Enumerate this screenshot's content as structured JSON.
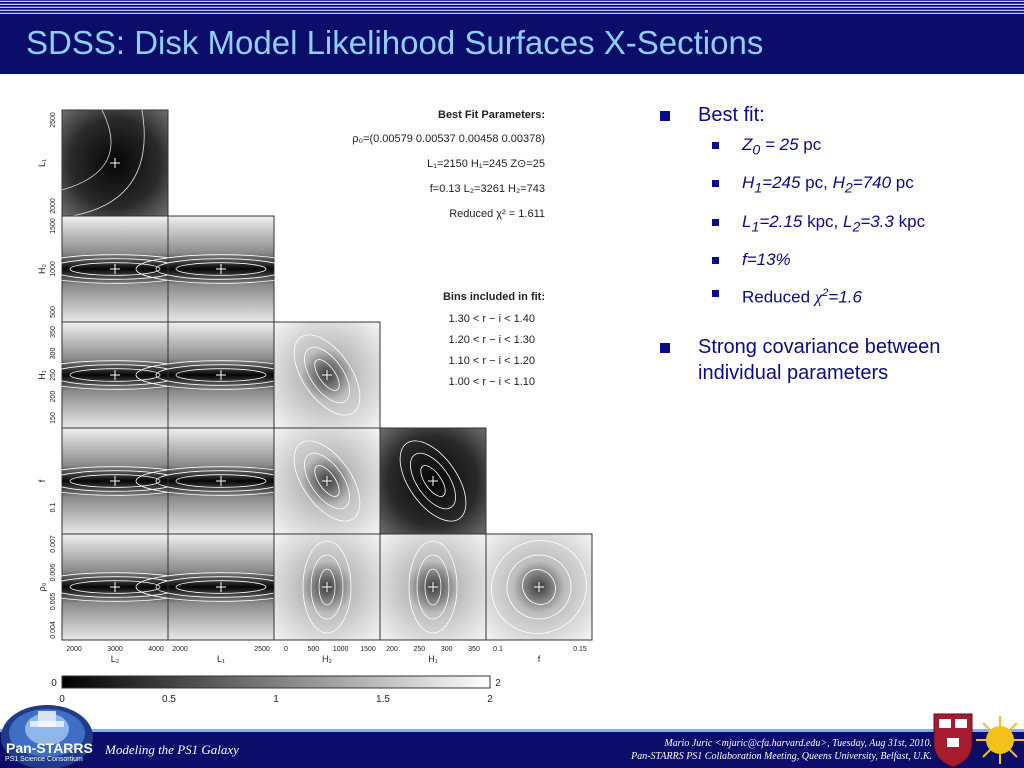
{
  "header": {
    "title": "SDSS: Disk Model Likelihood Surfaces X-Sections"
  },
  "figure": {
    "best_fit_heading": "Best Fit Parameters:",
    "best_fit_lines": [
      "ρ₀=(0.00579 0.00537 0.00458 0.00378)",
      "L₁=2150 H₁=245 Z⊙=25",
      "f=0.13 L₂=3261 H₂=743",
      "Reduced χ² = 1.611"
    ],
    "bins_heading": "Bins included in fit:",
    "bins": [
      "1.30 < r − i < 1.40",
      "1.20 < r − i < 1.30",
      "1.10 < r − i < 1.20",
      "1.00 < r − i < 1.10"
    ],
    "row_labels": [
      "L₁",
      "H₂",
      "H₁",
      "f",
      "ρ₀"
    ],
    "col_labels": [
      "L₂",
      "L₁",
      "H₂",
      "H₁",
      "f"
    ],
    "ticks": {
      "L1_y": [
        "2500",
        "2000"
      ],
      "H2_y": [
        "1500",
        "1000",
        "500"
      ],
      "H1_y": [
        "350",
        "300",
        "250",
        "200",
        "150"
      ],
      "f_y": [
        "0.1"
      ],
      "rho_y": [
        "0.007",
        "0.006",
        "0.005",
        "0.004"
      ],
      "L2_x": [
        "2000",
        "3000",
        "4000"
      ],
      "L1_x": [
        "2000",
        "2500"
      ],
      "H2_x": [
        "0",
        "500",
        "1000",
        "1500"
      ],
      "H1_x": [
        "200",
        "250",
        "300",
        "350"
      ],
      "f_x": [
        "0.1",
        "0.15"
      ]
    },
    "colorbar": {
      "ticks": [
        "0",
        "0.5",
        "1",
        "1.5",
        "2"
      ],
      "end_label": "2",
      "start_label": "0"
    }
  },
  "bullets": {
    "best_fit": "Best fit:",
    "items": [
      {
        "a": "Z",
        "a_sub": "0",
        "b": " = 25",
        "c": " pc"
      },
      {
        "a": "H",
        "a_sub": "1",
        "b": "=245",
        "c": " pc, ",
        "d": "H",
        "d_sub": "2",
        "e": "=740",
        "f": " pc"
      },
      {
        "a": "L",
        "a_sub": "1",
        "b": "=2.15",
        "c": " kpc, ",
        "d": "L",
        "d_sub": "2",
        "e": "=3.3",
        "f": " kpc"
      },
      {
        "a": "f=13%"
      },
      {
        "a": "Reduced ",
        "chi": "χ",
        "sup": "2",
        "b": "=1.6"
      }
    ],
    "covariance": "Strong covariance between individual parameters"
  },
  "footer": {
    "left": "Modeling the PS1 Galaxy",
    "right_line1": "Mario Juric <mjuric@cfa.harvard.edu>, Tuesday, Aug 31st, 2010.",
    "right_line2": "Pan-STARRS PS1 Collaboration Meeting, Queens University, Belfast, U.K.",
    "logo_text": "Pan-STARRS",
    "logo_sub": "PS1 Science Consortium"
  }
}
